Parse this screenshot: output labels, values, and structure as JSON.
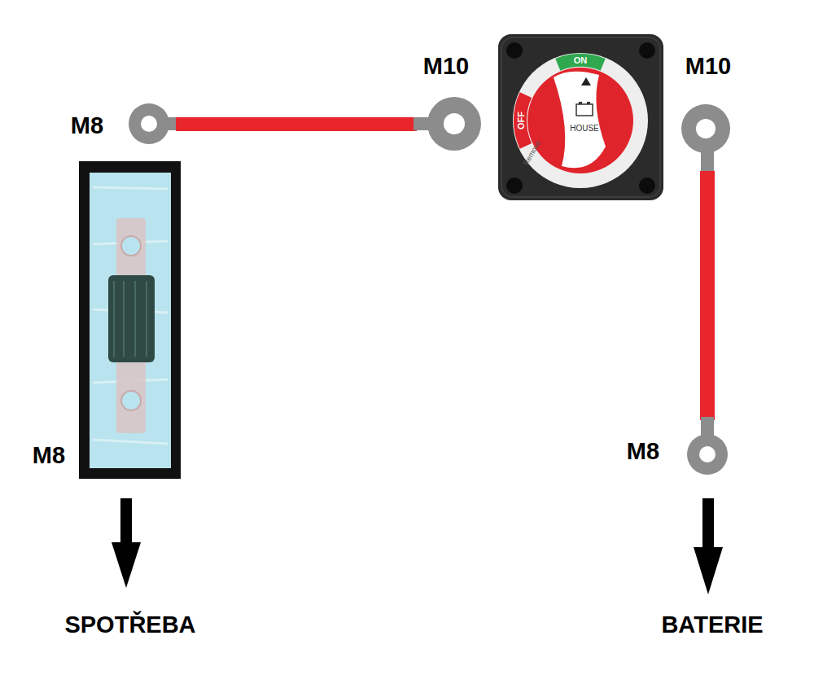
{
  "diagram": {
    "nodes": [
      {
        "text": [
          "ON",
          "OFF",
          "HOUSE",
          "Remove"
        ]
      }
    ],
    "labels": [
      "M8",
      "M10",
      "M10",
      "M8",
      "M8",
      "SPOTŘEBA",
      "BATERIE"
    ]
  }
}
